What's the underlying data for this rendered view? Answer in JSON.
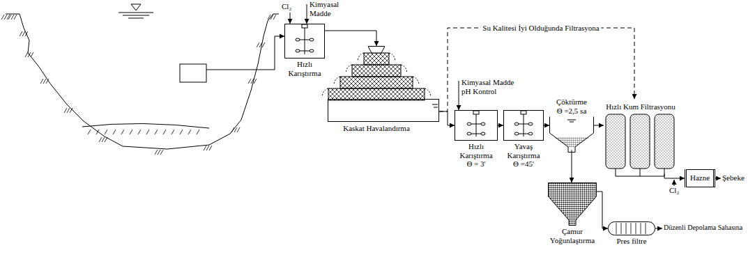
{
  "diagram": {
    "nodes": [
      {
        "text": [
          "Hızlı Karıştırma"
        ]
      },
      {
        "text": [
          "Kaskat Havalandırma"
        ]
      },
      {
        "text": [
          "Hızlı Karıştırma",
          "Θ = 3'"
        ]
      },
      {
        "text": [
          "Yavaş Karıştırma",
          "Θ =45'"
        ]
      },
      {
        "text": [
          "Çöktürme",
          "Θ =2,5 sa"
        ]
      },
      {
        "text": [
          "Hızlı Kum Filtrasyonu"
        ]
      },
      {
        "text": [
          "Hazne"
        ]
      },
      {
        "text": [
          "Çamur Yoğunlaştırma"
        ]
      },
      {
        "text": [
          "Pres filtre"
        ]
      }
    ],
    "edges": [
      {
        "from": 0,
        "to": 1,
        "arrow": "to"
      },
      {
        "from": 1,
        "to": 2,
        "arrow": "to"
      },
      {
        "from": 2,
        "to": 3,
        "arrow": "to"
      },
      {
        "from": 3,
        "to": 4,
        "arrow": "to"
      },
      {
        "from": 4,
        "to": 5,
        "arrow": "to"
      },
      {
        "from": 5,
        "to": 6,
        "arrow": "to"
      },
      {
        "from": 4,
        "to": 7,
        "arrow": "to"
      },
      {
        "from": 7,
        "to": 8,
        "arrow": "to"
      },
      {
        "from": 1,
        "to": 5,
        "label": "Su Kalitesi İyi Olduğunda Filtrasyona",
        "arrow": "to"
      }
    ],
    "labels": [
      "Cl₂",
      "Kimyasal Madde",
      "Kimyasal Madde pH Kontrol",
      "Cl₂",
      "Şebeke",
      "Düzenli Depolama Sahasına"
    ]
  }
}
